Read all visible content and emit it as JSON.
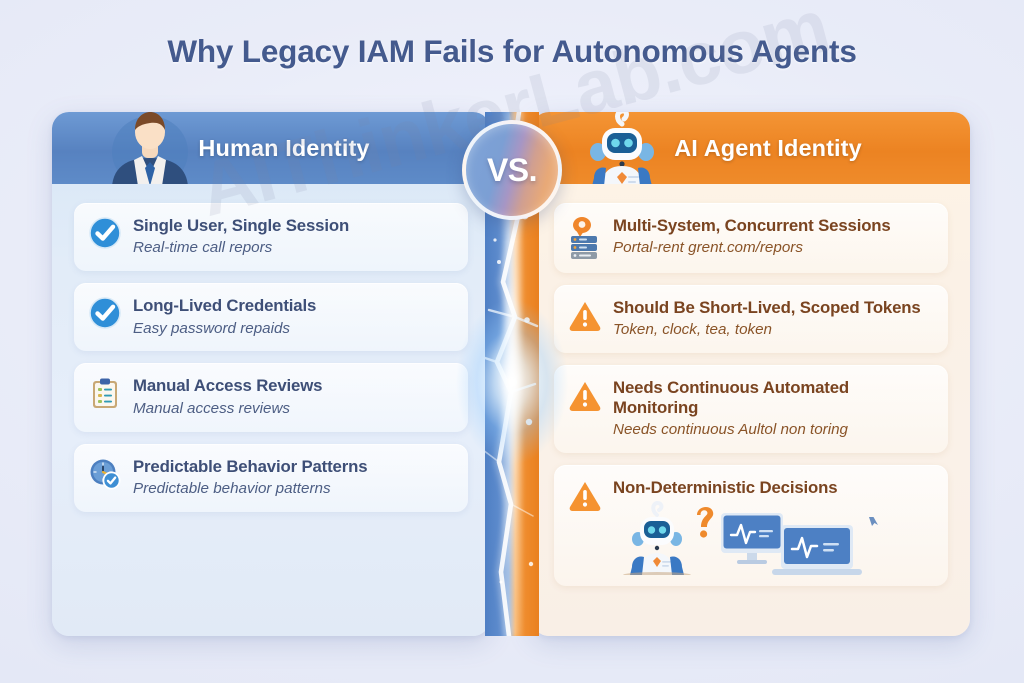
{
  "page": {
    "title": "Why Legacy IAM Fails for Autonomous Agents",
    "watermark": "AIThinkerLab.com",
    "vs_badge": "VS.",
    "background_color": "#e9ecf8",
    "title_color": "#445a8e"
  },
  "left_panel": {
    "header_title": "Human Identity",
    "header_color": "#5782c0",
    "header_icon": "businessman-avatar-icon",
    "body_color": "#e2ecf8",
    "items": [
      {
        "icon": "check-circle-icon",
        "title": "Single User, Single Session",
        "subtitle": "Real-time call repors"
      },
      {
        "icon": "check-circle-icon",
        "title": "Long-Lived Credentials",
        "subtitle": "Easy password  repaids"
      },
      {
        "icon": "clipboard-checklist-icon",
        "title": "Manual Access Reviews",
        "subtitle": "Manual access reviews"
      },
      {
        "icon": "clock-check-icon",
        "title": "Predictable Behavior Patterns",
        "subtitle": "Predictable behavior patterns"
      }
    ]
  },
  "right_panel": {
    "header_title": "AI Agent Identity",
    "header_color": "#ec8322",
    "header_icon": "robot-mascot-icon",
    "body_color": "#fbf1e6",
    "items": [
      {
        "icon": "server-stack-icon",
        "title": "Multi-System, Concurrent Sessions",
        "subtitle": "Portal-rent grent.com/repors"
      },
      {
        "icon": "warning-triangle-icon",
        "title": "Should Be Short-Lived, Scoped Tokens",
        "subtitle": "Token, clock, tea, token"
      },
      {
        "icon": "warning-triangle-icon",
        "title": "Needs Continuous Automated Monitoring",
        "subtitle": "Needs continuous Aultol non toring"
      },
      {
        "icon": "warning-triangle-icon",
        "title": "Non-Deterministic Decisions",
        "subtitle": "",
        "artwork": "robot-question-monitors-illustration"
      }
    ]
  }
}
